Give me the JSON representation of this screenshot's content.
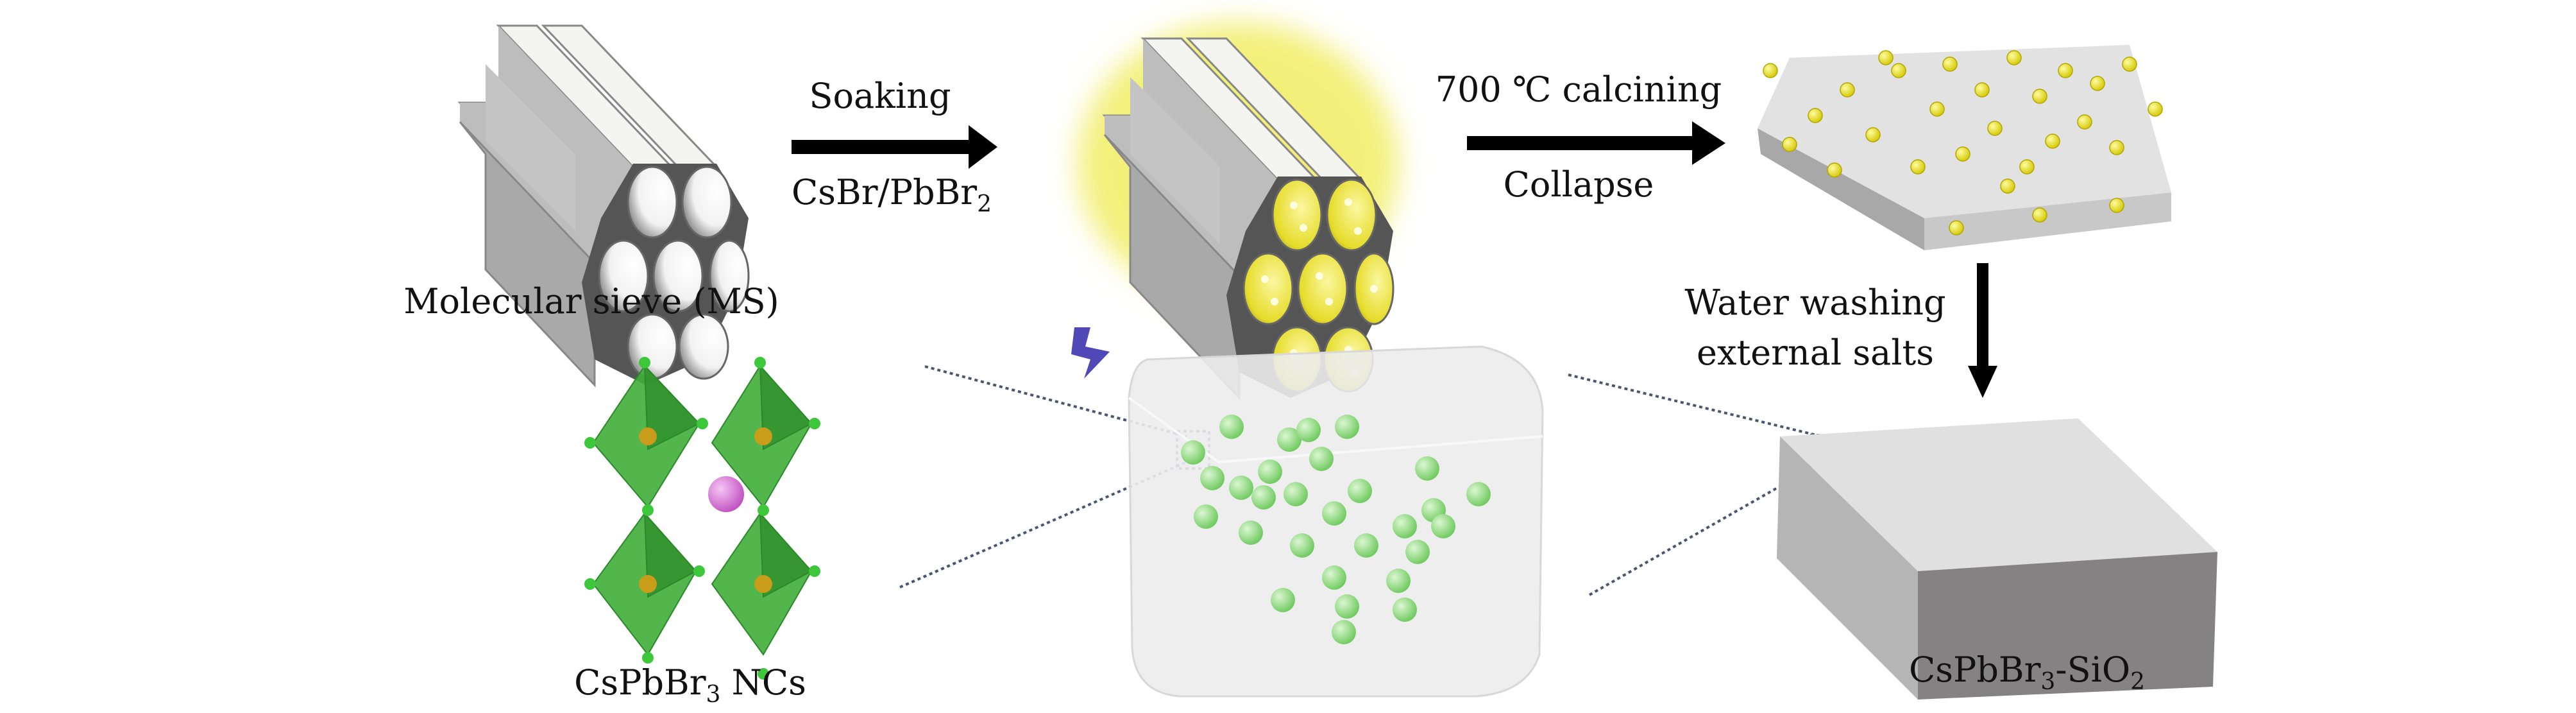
{
  "labels": {
    "molecular_sieve": "Molecular sieve (MS)",
    "step1_top": "Soaking",
    "step1_bottom_main": "CsBr/PbBr",
    "step1_bottom_sub": "2",
    "step2_top": "700 ℃ calcining",
    "step2_bottom": "Collapse",
    "step3_line1": "Water washing",
    "step3_line2": "external salts",
    "nc_main": "CsPbBr",
    "nc_sub": "3",
    "nc_suffix": " NCs",
    "composite_main": "CsPbBr",
    "composite_sub1": "3",
    "composite_mid": "-SiO",
    "composite_sub2": "2"
  },
  "colors": {
    "glow": "#f3f07a",
    "salt_particle": "#e8e020",
    "nanocrystal": "#9be38a",
    "octahedron": "#3fae3a",
    "cs_atom": "#d77ad6",
    "lightning": "#5148b8"
  }
}
